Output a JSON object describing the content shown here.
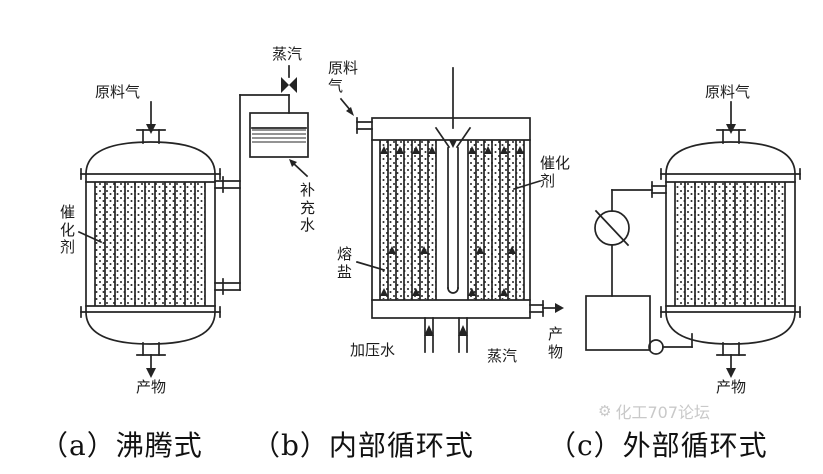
{
  "caption": {
    "a": "（a）沸腾式",
    "b": "（b）内部循环式",
    "c": "（c）外部循环式"
  },
  "watermark": {
    "logo": "⚙",
    "text": "化工707论坛"
  },
  "reactor_a": {
    "feed_gas": "原料气",
    "steam": "蒸汽",
    "makeup_water": "补充水",
    "catalyst": "催化剂",
    "product": "产物"
  },
  "reactor_b": {
    "feed_gas": "原料气",
    "catalyst": "催化剂",
    "molten_salt": "熔盐",
    "pressurized_water": "加压水",
    "steam": "蒸汽",
    "product": "产物"
  },
  "reactor_c": {
    "feed_gas": "原料气",
    "product": "产物"
  },
  "colors": {
    "ink": "#242424",
    "background": "#ffffff",
    "watermark": "#c9c9c9"
  }
}
